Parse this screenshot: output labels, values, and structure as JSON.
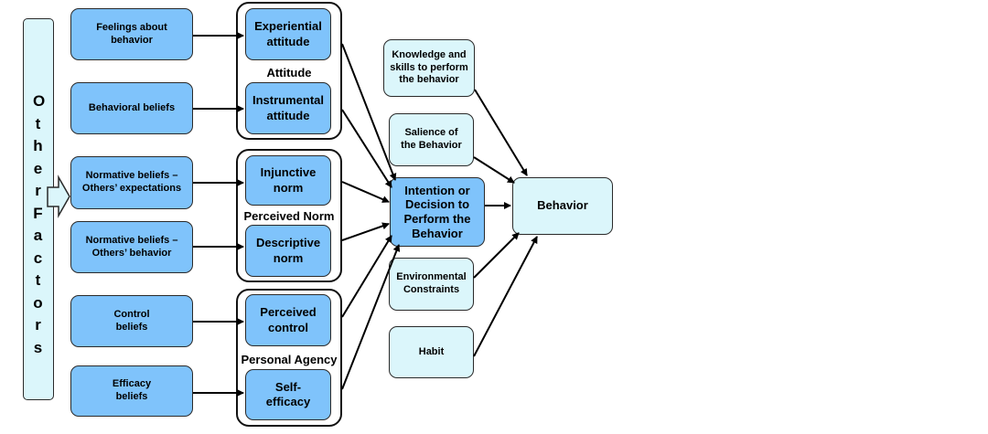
{
  "other_factors": "Other Factors",
  "sources": {
    "feelings": "Feelings about behavior",
    "behavioral_beliefs": "Behavioral beliefs",
    "normative_expectations": "Normative beliefs – Others’ expectations",
    "normative_behavior": "Normative beliefs – Others’ behavior",
    "control_beliefs": "Control beliefs",
    "efficacy_beliefs": "Efficacy beliefs"
  },
  "groups": {
    "attitude": {
      "label": "Attitude",
      "items": [
        "Experiential attitude",
        "Instrumental attitude"
      ]
    },
    "perceived_norm": {
      "label": "Perceived Norm",
      "items": [
        "Injunctive norm",
        "Descriptive norm"
      ]
    },
    "personal_agency": {
      "label": "Personal Agency",
      "items": [
        "Perceived control",
        "Self-efficacy"
      ]
    }
  },
  "intention": "Intention or Decision to Perform the Behavior",
  "modifiers": {
    "knowledge": "Knowledge and skills to perform the behavior",
    "salience": "Salience of the Behavior",
    "environmental": "Environmental Constraints",
    "habit": "Habit"
  },
  "behavior": "Behavior",
  "colors": {
    "primary_box": "#7fc3fb",
    "secondary_box": "#dbf6fb",
    "arrow": "#000000"
  }
}
